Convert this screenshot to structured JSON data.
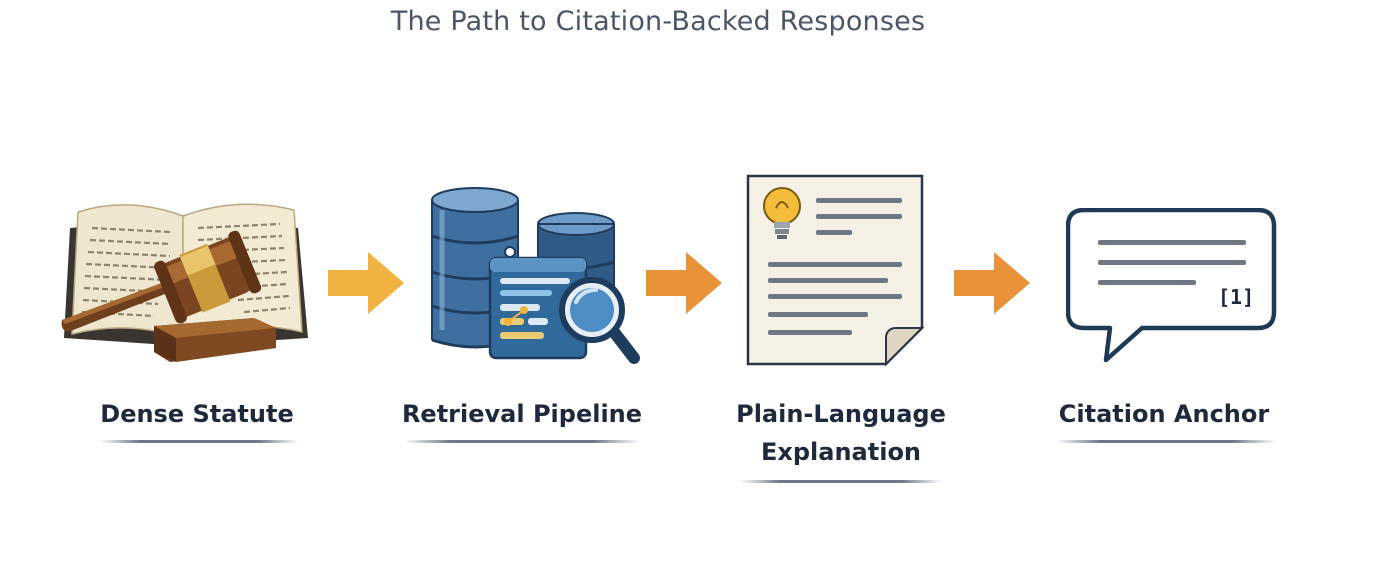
{
  "title": "The Path to Citation-Backed Responses",
  "steps": [
    {
      "label": "Dense Statute",
      "icon": "law-book-gavel-icon"
    },
    {
      "label": "Retrieval Pipeline",
      "icon": "database-search-icon"
    },
    {
      "label_line1": "Plain-Language",
      "label_line2": "Explanation",
      "icon": "document-lightbulb-icon"
    },
    {
      "label": "Citation Anchor",
      "icon": "speech-bubble-citation-icon",
      "citation_marker": "[1]"
    }
  ],
  "colors": {
    "arrow_orange": "#e8933a",
    "arrow_yellow": "#f1b241",
    "navy": "#1e2a3c",
    "db_blue": "#3f6f9e"
  }
}
